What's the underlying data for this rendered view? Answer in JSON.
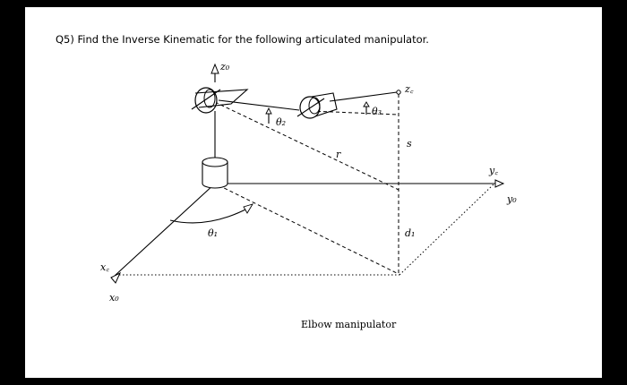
{
  "question": "Q5) Find the Inverse Kinematic for the following articulated manipulator.",
  "caption": "Elbow manipulator",
  "labels": {
    "z0": "z₀",
    "zc": "z꜀",
    "yc": "y꜀",
    "y0": "y₀",
    "xc": "x꜀",
    "x0": "x₀",
    "theta1": "θ₁",
    "theta2": "θ₂",
    "theta3": "θ₃",
    "r": "r",
    "s": "s",
    "d1": "d₁"
  }
}
